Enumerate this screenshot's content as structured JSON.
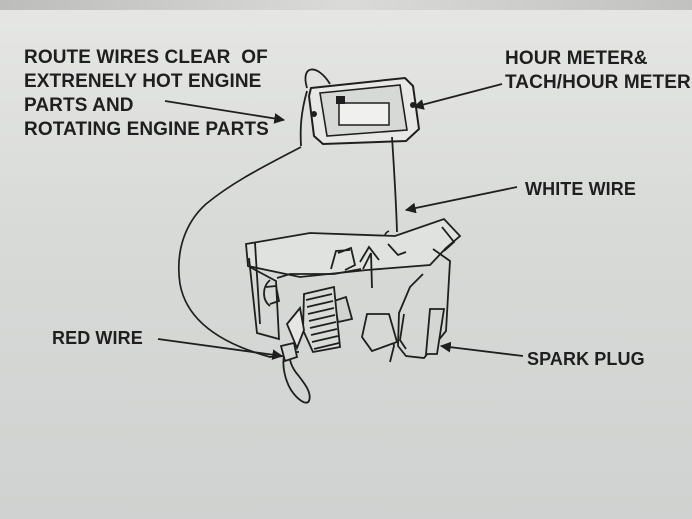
{
  "labels": {
    "route_wires": "ROUTE WIRES CLEAR  OF\nEXTRENELY HOT ENGINE\nPARTS AND\nROTATING ENGINE PARTS",
    "hour_meter": "HOUR METER&\nTACH/HOUR METER",
    "white_wire": "WHITE WIRE",
    "red_wire": "RED WIRE",
    "spark_plug": "SPARK PLUG"
  },
  "colors": {
    "ink": "#1f1f1f",
    "paper": "#d9dbd9"
  }
}
